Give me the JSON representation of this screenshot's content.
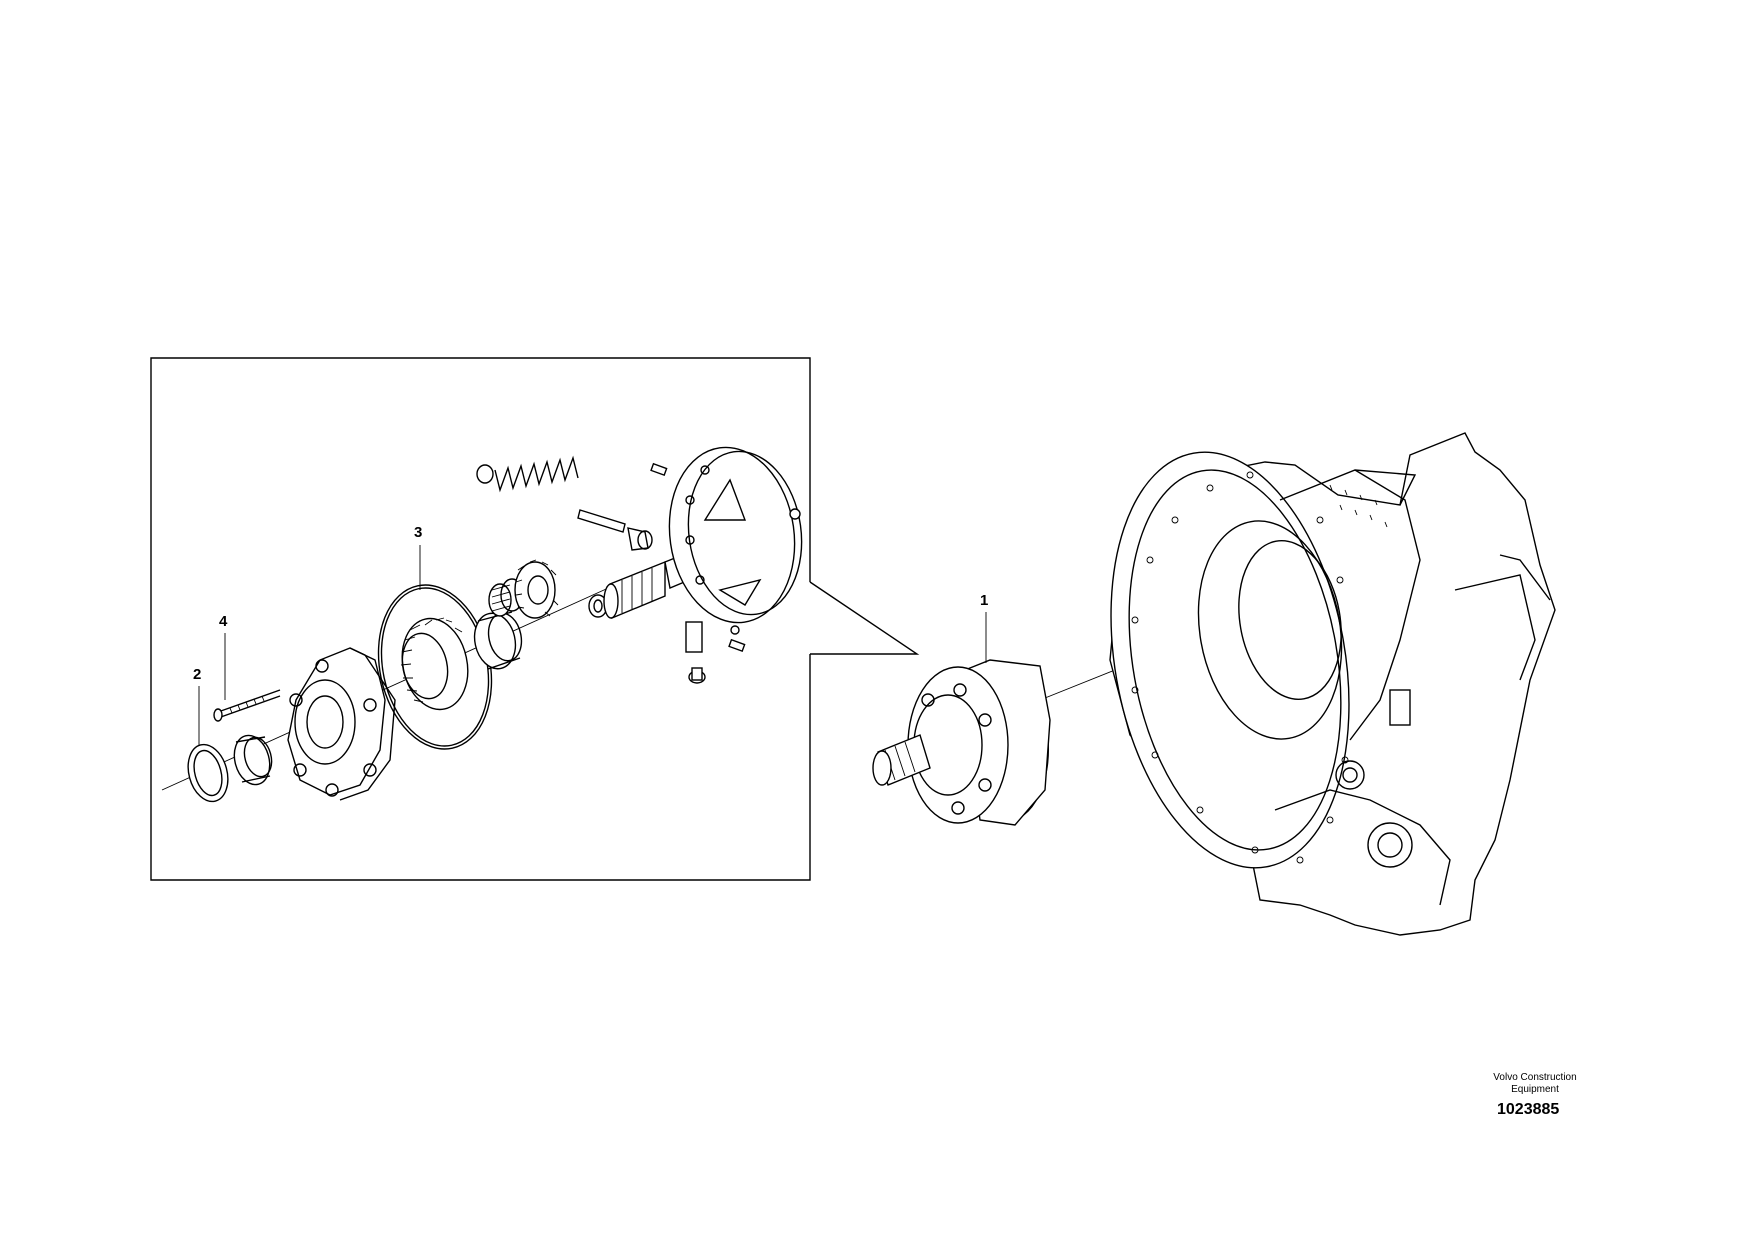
{
  "callouts": {
    "item_1": "1",
    "item_2": "2",
    "item_3": "3",
    "item_4": "4"
  },
  "credit": {
    "line1": "Volvo Construction",
    "line2": "Equipment"
  },
  "drawing_number": "1023885",
  "colors": {
    "line": "#000000",
    "background": "#ffffff"
  }
}
